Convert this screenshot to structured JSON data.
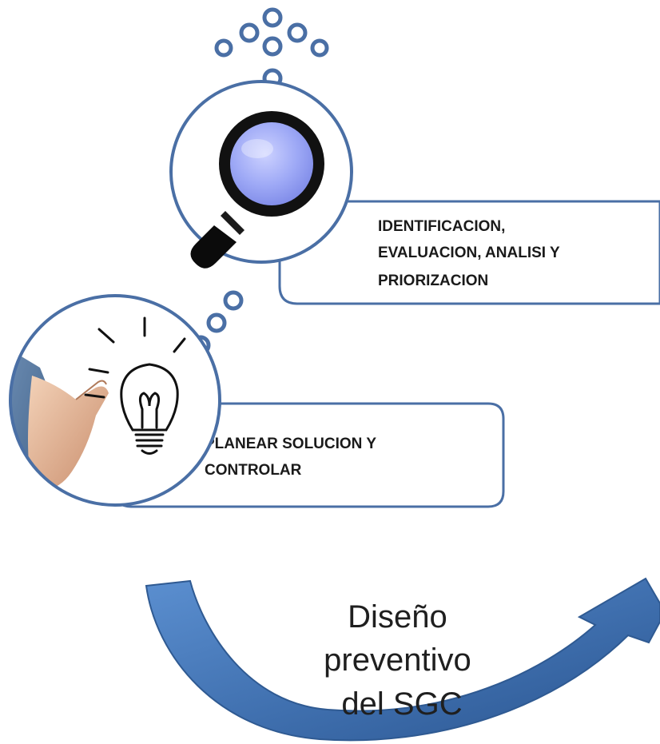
{
  "steps": [
    {
      "id": "identificacion",
      "lines": [
        "IDENTIFICACION,",
        "EVALUACION, ANALISI Y",
        "PRIORIZACION"
      ],
      "icon": "magnifying-glass-icon"
    },
    {
      "id": "planear",
      "lines": [
        "PLANEAR SOLUCION Y",
        "CONTROLAR"
      ],
      "icon": "lightbulb-icon"
    }
  ],
  "cycle_label": {
    "lines": [
      "Diseño",
      "preventivo",
      "del SGC"
    ]
  },
  "colors": {
    "outline": "#4a6fa5",
    "arrow_light": "#4f81c3",
    "arrow_dark": "#23477a",
    "lens": "#9aa6f5",
    "text": "#1a1a1a"
  }
}
